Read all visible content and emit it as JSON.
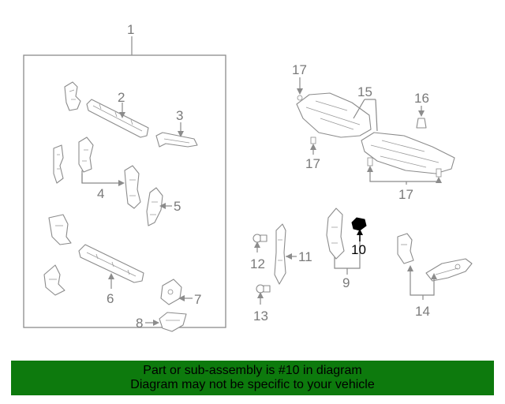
{
  "callouts": {
    "c1": "1",
    "c2": "2",
    "c3": "3",
    "c4": "4",
    "c5": "5",
    "c6": "6",
    "c7": "7",
    "c8": "8",
    "c9": "9",
    "c10": "10",
    "c11": "11",
    "c12": "12",
    "c13": "13",
    "c14": "14",
    "c15": "15",
    "c16": "16",
    "c17a": "17",
    "c17b": "17",
    "c17c": "17"
  },
  "highlighted_part": "10",
  "colors": {
    "banner": "#0d7a0d",
    "line": "#8c8c8c",
    "highlight": "#000000"
  },
  "banner": {
    "line1": "Part or sub-assembly is #10 in diagram",
    "line2": "Diagram may not be specific to your vehicle"
  }
}
